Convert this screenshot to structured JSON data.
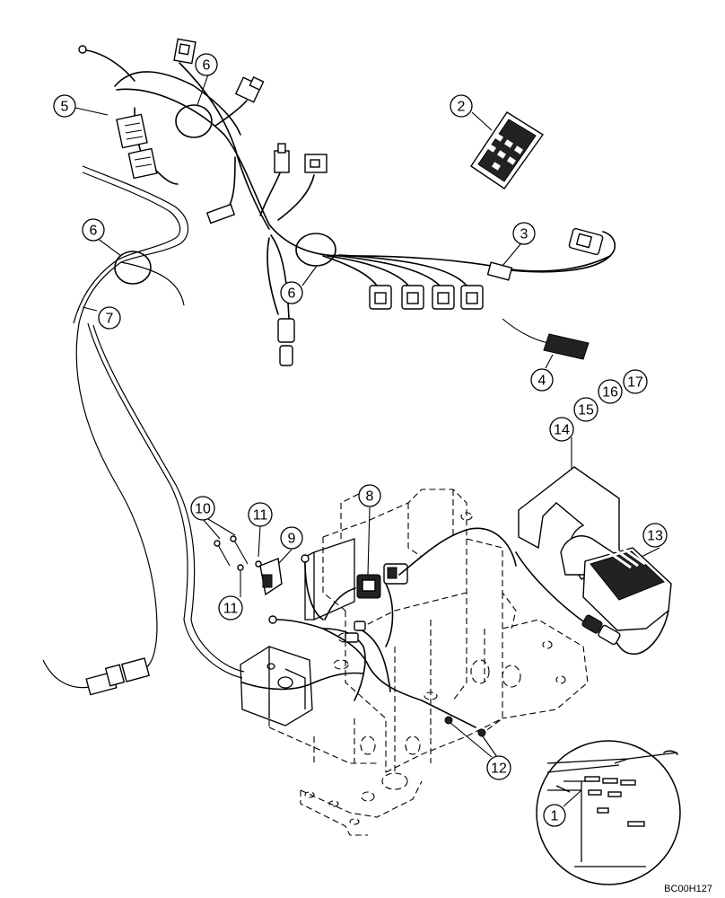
{
  "figure_code": "BC00H127",
  "callouts": {
    "c1": "1",
    "c2": "2",
    "c3": "3",
    "c4": "4",
    "c5": "5",
    "c6a": "6",
    "c6b": "6",
    "c6c": "6",
    "c7": "7",
    "c8": "8",
    "c9": "9",
    "c10": "10",
    "c11a": "11",
    "c11b": "11",
    "c12": "12",
    "c13": "13",
    "c14": "14",
    "c15": "15",
    "c16": "16",
    "c17": "17"
  }
}
